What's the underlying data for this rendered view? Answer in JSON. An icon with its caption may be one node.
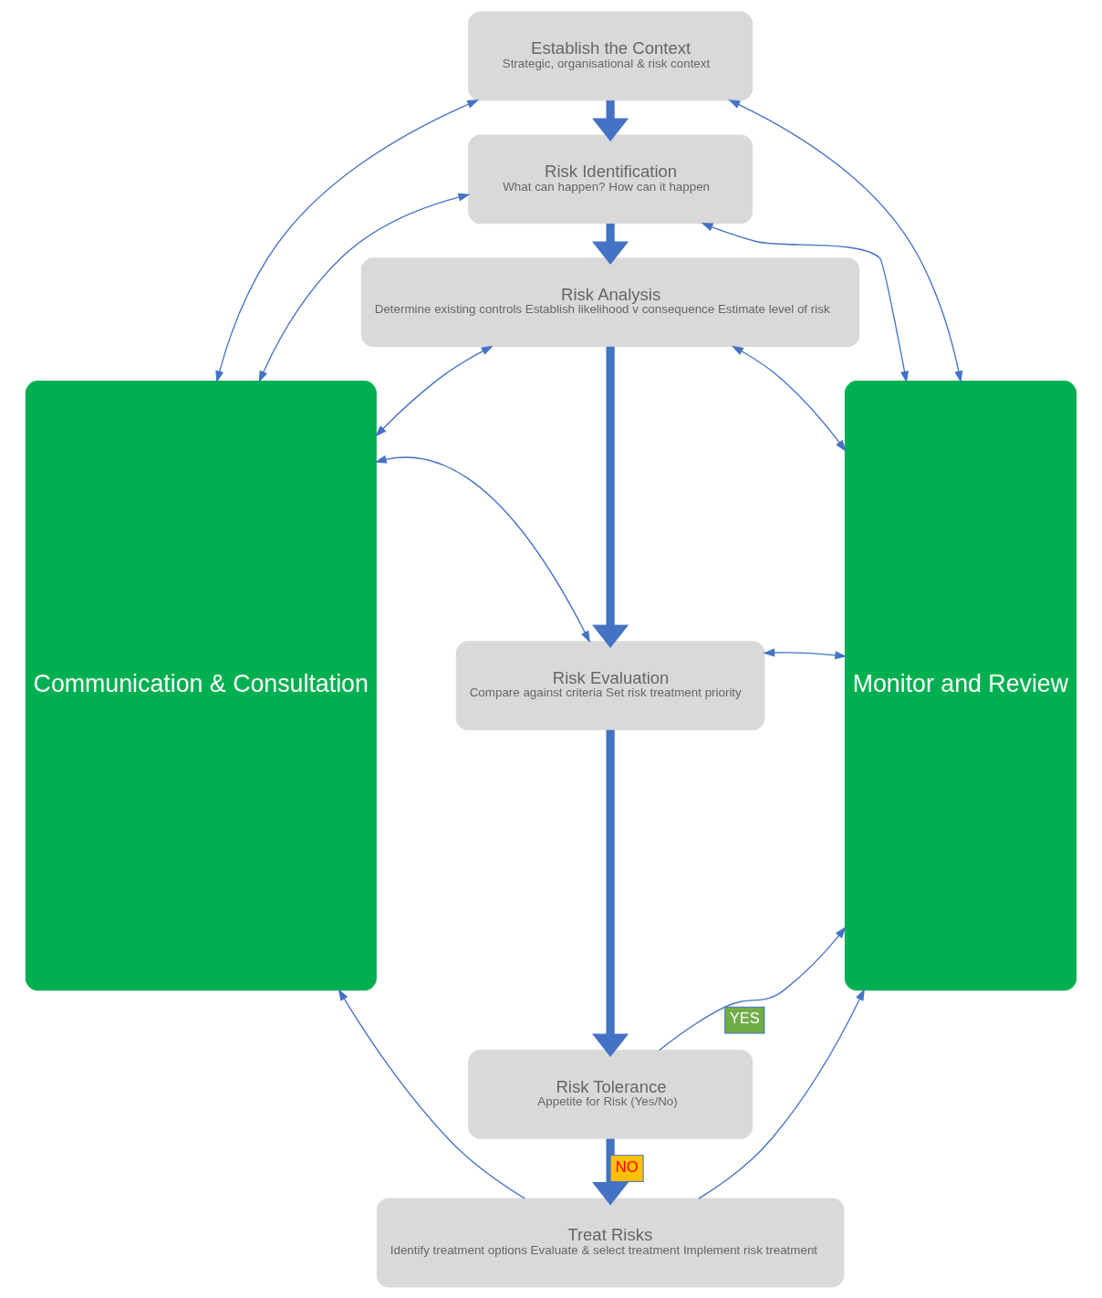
{
  "diagram": {
    "nodes": [
      {
        "text": [
          "Communication & Consultation"
        ]
      },
      {
        "text": [
          "Establish the Context",
          "Strategic, organisational & risk context"
        ]
      },
      {
        "text": [
          "Risk Identification",
          "What can happen? How can it happen"
        ]
      },
      {
        "text": [
          "Risk Analysis",
          "Determine existing controls Establish likelihood v consequence Estimate level of risk"
        ]
      },
      {
        "text": [
          "Risk Evaluation",
          "Compare against criteria Set risk treatment priority"
        ]
      },
      {
        "text": [
          "Risk Tolerance",
          "Appetite for Risk (Yes/No)"
        ]
      },
      {
        "text": [
          "Treat Risks",
          "Identify treatment options Evaluate & select treatment Implement risk treatment"
        ]
      },
      {
        "text": [
          "Monitor and Review"
        ]
      }
    ],
    "edges": [
      {
        "from": 0,
        "to": 1,
        "arrow": "both"
      },
      {
        "from": 1,
        "to": 7,
        "arrow": "both"
      },
      {
        "from": 1,
        "to": 2,
        "arrow": "to",
        "style": "thick"
      },
      {
        "from": 0,
        "to": 2,
        "arrow": "both"
      },
      {
        "from": 2,
        "to": 7,
        "arrow": "both"
      },
      {
        "from": 2,
        "to": 3,
        "arrow": "to",
        "style": "thick"
      },
      {
        "from": 0,
        "to": 3,
        "arrow": "both"
      },
      {
        "from": 3,
        "to": 7,
        "arrow": "both"
      },
      {
        "from": 3,
        "to": 4,
        "arrow": "to",
        "style": "thick"
      },
      {
        "from": 0,
        "to": 4,
        "arrow": "both"
      },
      {
        "from": 4,
        "to": 7,
        "arrow": "both"
      },
      {
        "from": 4,
        "to": 5,
        "arrow": "to",
        "style": "thick"
      },
      {
        "from": 5,
        "to": 7,
        "arrow": "to",
        "label": "YES"
      },
      {
        "from": 5,
        "to": 6,
        "arrow": "to",
        "style": "thick",
        "label": "NO"
      },
      {
        "from": 6,
        "to": 0,
        "arrow": "to"
      },
      {
        "from": 6,
        "to": 7,
        "arrow": "to"
      }
    ]
  }
}
